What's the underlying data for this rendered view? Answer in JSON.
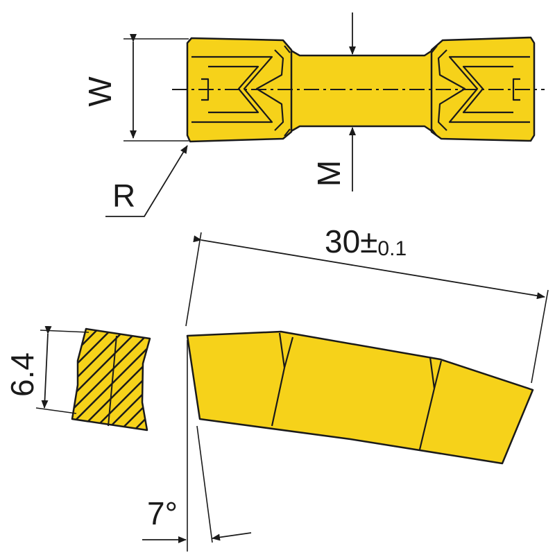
{
  "colors": {
    "insert_fill": "#f6d21a",
    "outline": "#1a1a1a",
    "background": "#ffffff"
  },
  "top_view": {
    "width_label": "W",
    "neck_label": "M",
    "radius_label": "R"
  },
  "side_view": {
    "length_value": "30",
    "tolerance_symbol": "±",
    "tolerance_value": "0.1",
    "relief_angle": "7°"
  },
  "section_view": {
    "thickness": "6.4"
  }
}
